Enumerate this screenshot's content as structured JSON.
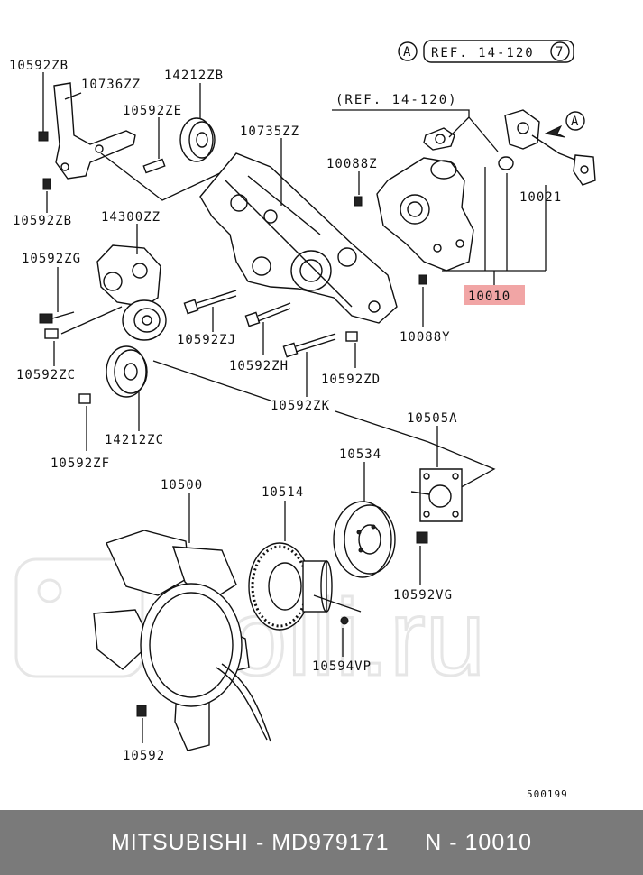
{
  "header": {
    "circle_a": "A",
    "ref_box": "REF. 14-120",
    "circle_7": "7",
    "ref_paren": "(REF. 14-120)"
  },
  "labels": {
    "p10592ZB_top": "10592ZB",
    "p10736ZZ": "10736ZZ",
    "p14212ZB": "14212ZB",
    "p10592ZE": "10592ZE",
    "p10735ZZ": "10735ZZ",
    "p10088Z": "10088Z",
    "p10021": "10021",
    "p10592ZB_bottom": "10592ZB",
    "p14300ZZ": "14300ZZ",
    "p10592ZG": "10592ZG",
    "p10010": "10010",
    "p10088Y": "10088Y",
    "p10592ZJ": "10592ZJ",
    "p10592ZH": "10592ZH",
    "p10592ZD": "10592ZD",
    "p10592ZC": "10592ZC",
    "p10592ZK": "10592ZK",
    "p14212ZC": "14212ZC",
    "p10505A": "10505A",
    "p10592ZF": "10592ZF",
    "p10534": "10534",
    "p10500": "10500",
    "p10514": "10514",
    "p10592VG": "10592VG",
    "p10594VP": "10594VP",
    "p10592": "10592",
    "diagram_code": "500199",
    "arrow_a": "A"
  },
  "watermark": "Rolli.ru",
  "footer": {
    "text": "MITSUBISHI - MD979171     N - 10010"
  },
  "colors": {
    "highlight": "#f1a5a5",
    "footer_bg": "#7a7a7a",
    "watermark": "#e6e6e6"
  }
}
